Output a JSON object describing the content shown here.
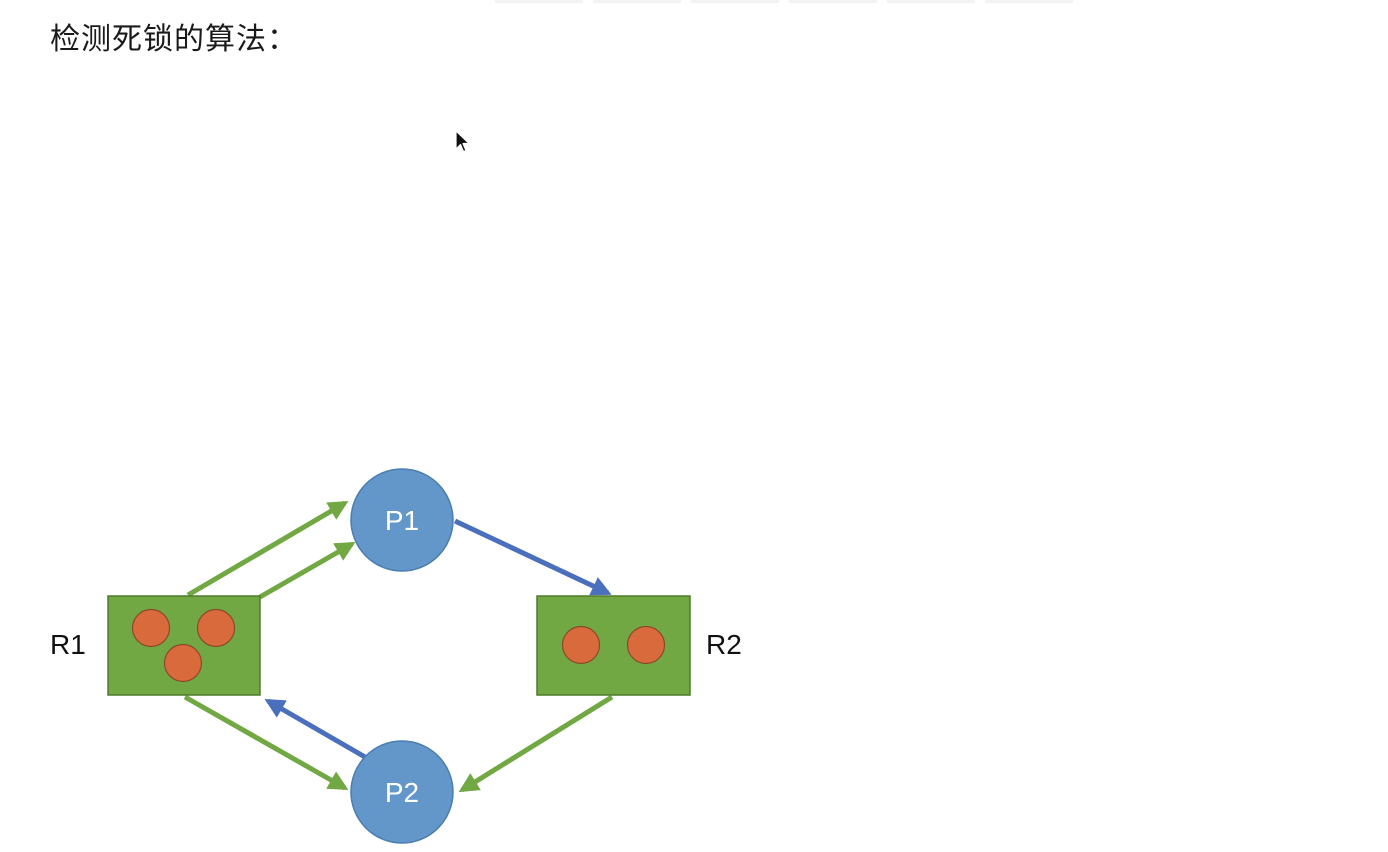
{
  "page": {
    "title": "检测死锁的算法："
  },
  "diagram": {
    "processes": [
      {
        "id": "P1",
        "label": "P1"
      },
      {
        "id": "P2",
        "label": "P2"
      }
    ],
    "resources": [
      {
        "id": "R1",
        "label": "R1",
        "instances": 3
      },
      {
        "id": "R2",
        "label": "R2",
        "instances": 2
      }
    ],
    "edges": [
      {
        "from": "R1",
        "to": "P1",
        "type": "assignment"
      },
      {
        "from": "R1",
        "to": "P1",
        "type": "assignment"
      },
      {
        "from": "R1",
        "to": "P2",
        "type": "assignment"
      },
      {
        "from": "R2",
        "to": "P2",
        "type": "assignment"
      },
      {
        "from": "P1",
        "to": "R2",
        "type": "request"
      },
      {
        "from": "P2",
        "to": "R1",
        "type": "request"
      }
    ],
    "colors": {
      "process_fill": "#6497c9",
      "process_stroke": "#4a7db0",
      "resource_fill": "#72a843",
      "resource_stroke": "#4f7a2c",
      "instance_fill": "#d96a3c",
      "instance_stroke": "#8a4a2a",
      "assignment_edge": "#72a843",
      "request_edge": "#4a6fbd"
    }
  }
}
